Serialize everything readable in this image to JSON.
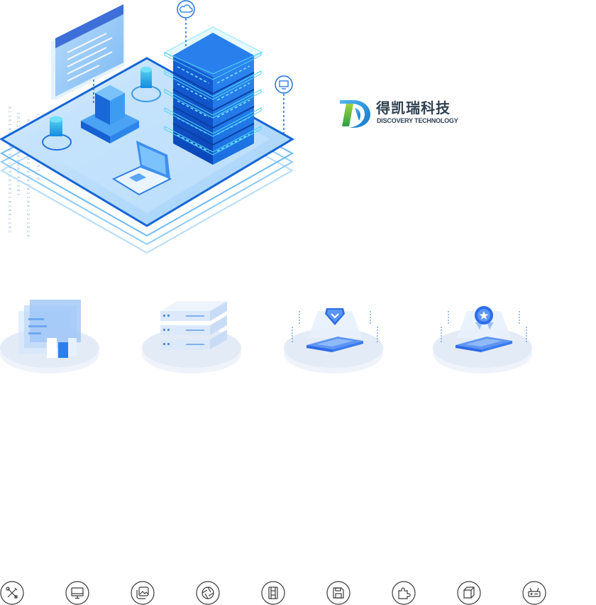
{
  "logo": {
    "cn_text": "得凯瑞科技",
    "en_text": "DISCOVERY TECHNOLOGY"
  },
  "hero": {
    "illustration": "isometric-data-center",
    "contents": [
      "document-panel",
      "server-tower",
      "small-server",
      "laptop",
      "database-cylinders",
      "cloud-badge",
      "monitor-badge",
      "binary-code-streams"
    ]
  },
  "platforms": [
    {
      "name": "documents-platform",
      "icon": "documents"
    },
    {
      "name": "server-rack-platform",
      "icon": "server-rack"
    },
    {
      "name": "diamond-badge-platform",
      "icon": "diamond-badge"
    },
    {
      "name": "medal-badge-platform",
      "icon": "medal-badge"
    }
  ],
  "toolbar_icons": [
    {
      "name": "tools-icon"
    },
    {
      "name": "monitor-icon"
    },
    {
      "name": "image-gallery-icon"
    },
    {
      "name": "aperture-icon"
    },
    {
      "name": "film-strip-icon"
    },
    {
      "name": "floppy-disk-icon"
    },
    {
      "name": "puzzle-icon"
    },
    {
      "name": "cube-icon"
    },
    {
      "name": "router-icon"
    }
  ],
  "colors": {
    "primary_blue": "#1a6fe0",
    "light_blue": "#5fb3f5",
    "pale_blue": "#e8eff8",
    "logo_green": "#3ab44a",
    "logo_text": "#2f4152",
    "icon_stroke": "#3a3a3a"
  }
}
